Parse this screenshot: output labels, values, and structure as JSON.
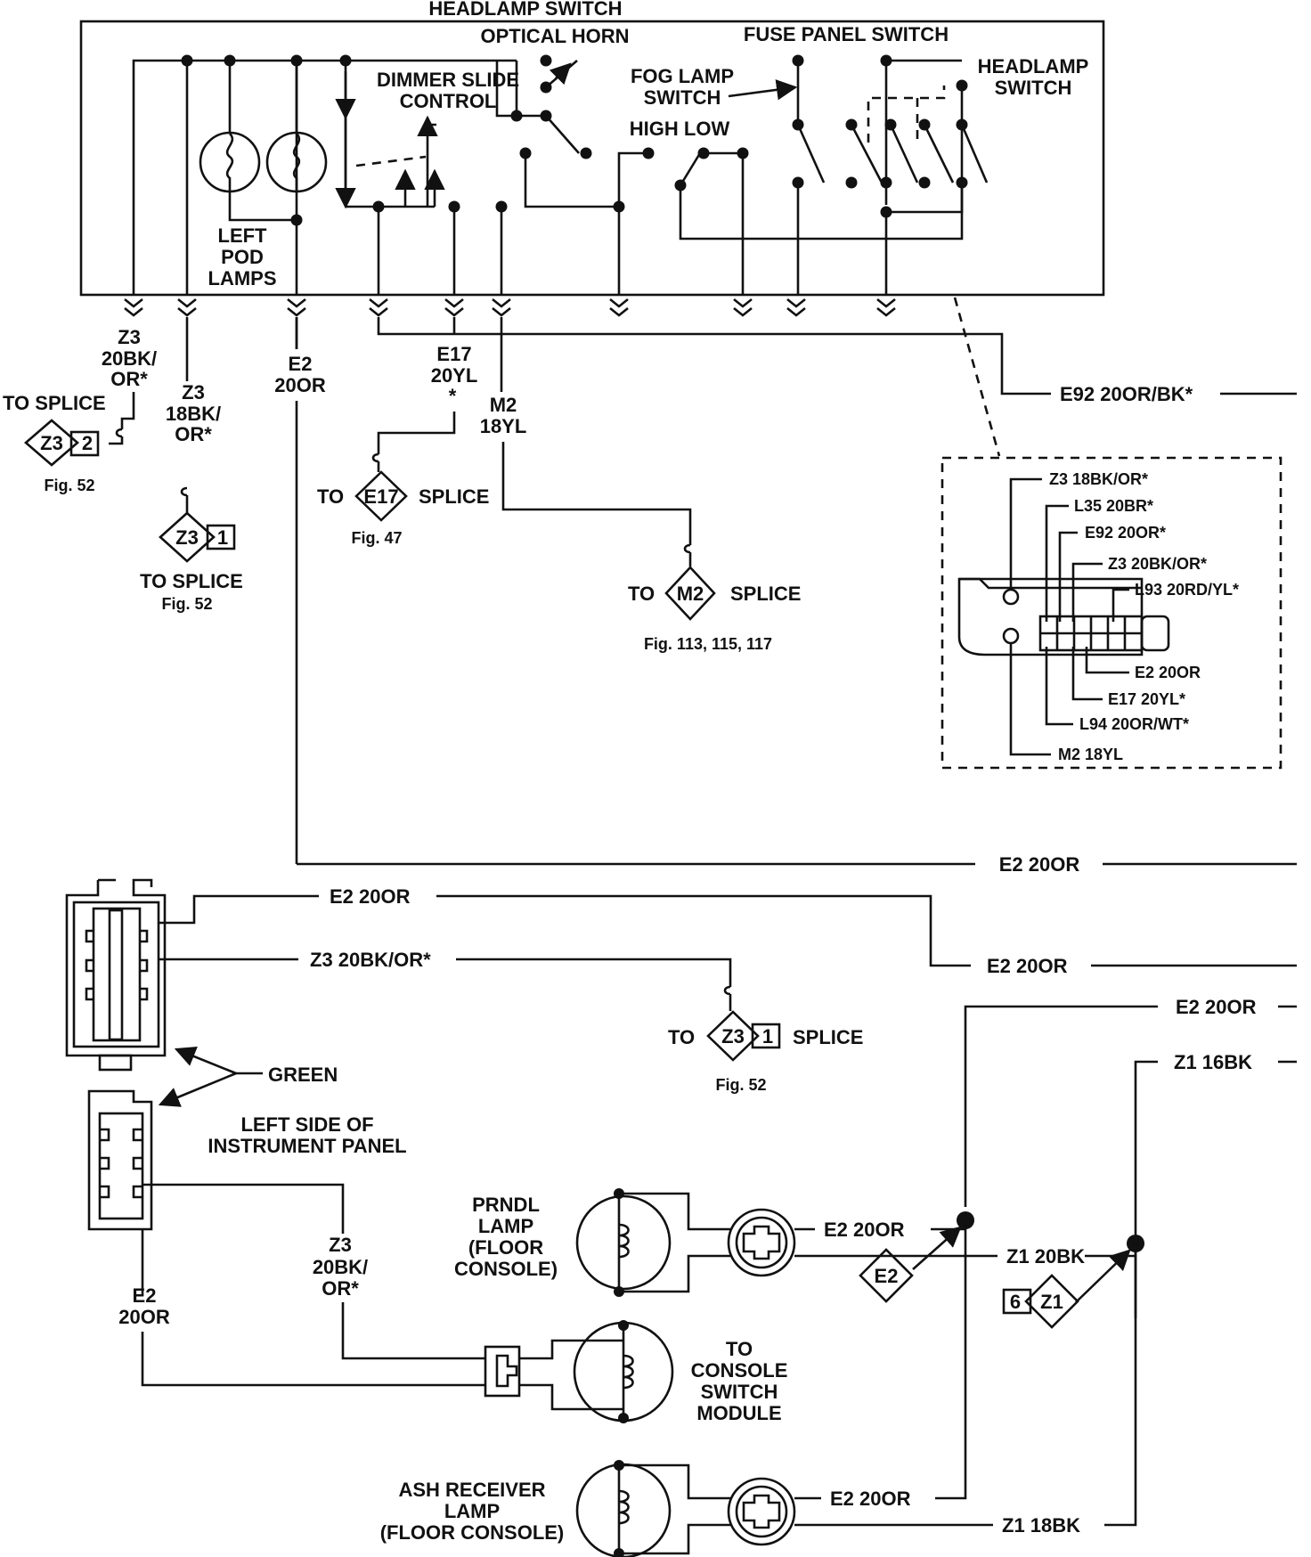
{
  "diagram": {
    "switch": {
      "title": "HEADLAMP SWITCH",
      "optical_horn": "OPTICAL HORN",
      "fuse_panel_switch": "FUSE PANEL SWITCH",
      "dimmer_line1": "DIMMER SLIDE",
      "dimmer_line2": "CONTROL",
      "fog_line1": "FOG LAMP",
      "fog_line2": "SWITCH",
      "headlamp_line1": "HEADLAMP",
      "headlamp_line2": "SWITCH",
      "high_low": "HIGH LOW",
      "pod_line1": "LEFT",
      "pod_line2": "POD",
      "pod_line3": "LAMPS"
    },
    "wires_top": {
      "z3a_l1": "Z3",
      "z3a_l2": "20BK/",
      "z3a_l3": "OR*",
      "to_splice_a": "TO SPLICE",
      "splice_a_code": "Z3",
      "splice_a_num": "2",
      "fig_a": "Fig. 52",
      "z3b_l1": "Z3",
      "z3b_l2": "18BK/",
      "z3b_l3": "OR*",
      "splice_b_code": "Z3",
      "splice_b_num": "1",
      "to_splice_b": "TO SPLICE",
      "fig_b": "Fig. 52",
      "e2_l1": "E2",
      "e2_l2": "20OR",
      "e17_l1": "E17",
      "e17_l2": "20YL",
      "e17_l3": "*",
      "to_e17": "TO",
      "e17_code": "E17",
      "e17_splice": "SPLICE",
      "fig_e17": "Fig. 47",
      "m2_l1": "M2",
      "m2_l2": "18YL",
      "to_m2": "TO",
      "m2_code": "M2",
      "m2_splice": "SPLICE",
      "fig_m2": "Fig. 113, 115, 117",
      "e92": "E92 20OR/BK*",
      "e2_right": "E2 20OR"
    },
    "connector_view": {
      "pins": [
        "Z3 18BK/OR*",
        "L35 20BR*",
        "E92 20OR*",
        "Z3 20BK/OR*",
        "L93 20RD/YL*",
        "E2 20OR",
        "E17 20YL*",
        "L94 20OR/WT*",
        "M2 18YL"
      ]
    },
    "lower": {
      "e2_a": "E2 20OR",
      "z3_a": "Z3 20BK/OR*",
      "e2_b": "E2 20OR",
      "to_z3": "TO",
      "z3_code": "Z3",
      "z3_num": "1",
      "z3_splice": "SPLICE",
      "fig_z3": "Fig. 52",
      "e2_c": "E2 20OR",
      "z1_16": "Z1 16BK",
      "green": "GREEN",
      "panel_l1": "LEFT SIDE OF",
      "panel_l2": "INSTRUMENT PANEL",
      "z3c_l1": "Z3",
      "z3c_l2": "20BK/",
      "z3c_l3": "OR*",
      "e2d_l1": "E2",
      "e2d_l2": "20OR",
      "prndl_l1": "PRNDL",
      "prndl_l2": "LAMP",
      "prndl_l3": "(FLOOR",
      "prndl_l4": "CONSOLE)",
      "e2_prndl": "E2 20OR",
      "z1_20": "Z1 20BK",
      "splice_e2": "E2",
      "splice_z1_code": "Z1",
      "splice_z1_num": "6",
      "console_l1": "TO",
      "console_l2": "CONSOLE",
      "console_l3": "SWITCH",
      "console_l4": "MODULE",
      "ash_l1": "ASH RECEIVER",
      "ash_l2": "LAMP",
      "ash_l3": "(FLOOR CONSOLE)",
      "e2_ash": "E2 20OR",
      "z1_18": "Z1 18BK"
    }
  }
}
